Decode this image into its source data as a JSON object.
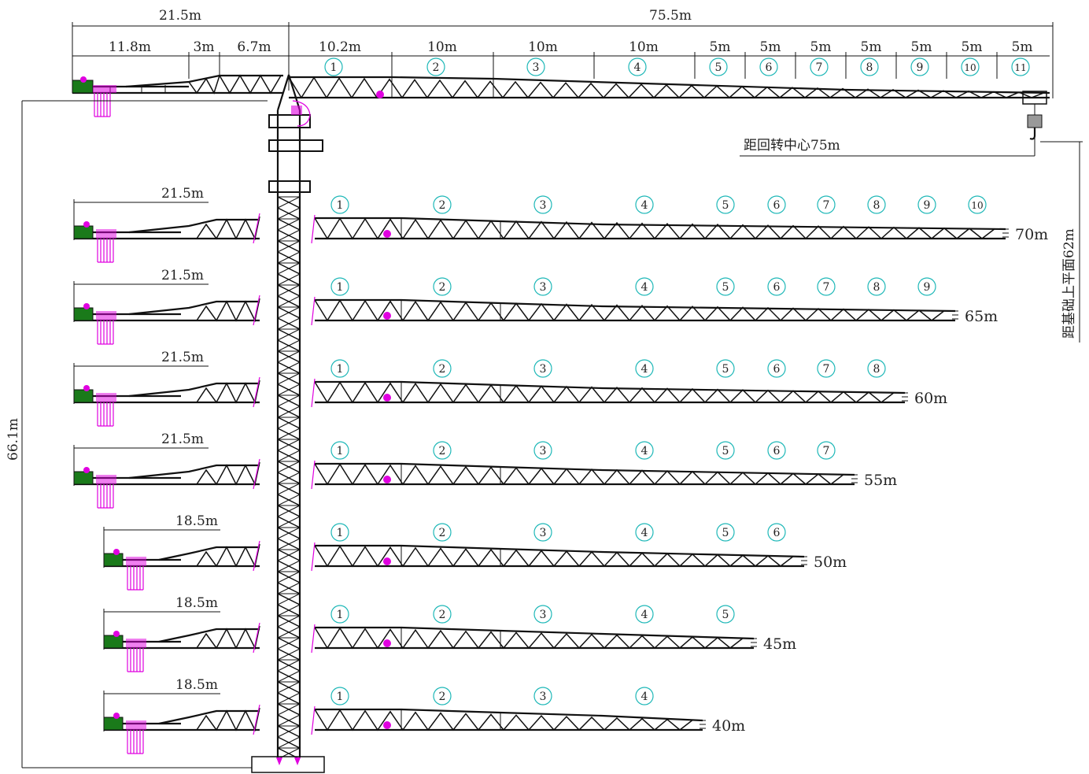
{
  "top": {
    "overall_dims": [
      "21.5m",
      "75.5m"
    ],
    "counter_dims": [
      "11.8m",
      "3m",
      "6.7m"
    ],
    "jib_dims": [
      "10.2m",
      "10m",
      "10m",
      "10m",
      "5m",
      "5m",
      "5m",
      "5m",
      "5m",
      "5m",
      "5m"
    ],
    "section_numbers": [
      "1",
      "2",
      "3",
      "4",
      "5",
      "6",
      "7",
      "8",
      "9",
      "10",
      "11"
    ],
    "radius_label": "距回转中心75m"
  },
  "height_label": "66.1m",
  "height_above_foundation": "距基础上平面62m",
  "configs": [
    {
      "counter": "21.5m",
      "radius": "70m",
      "sections": 10
    },
    {
      "counter": "21.5m",
      "radius": "65m",
      "sections": 9
    },
    {
      "counter": "21.5m",
      "radius": "60m",
      "sections": 8
    },
    {
      "counter": "21.5m",
      "radius": "55m",
      "sections": 7
    },
    {
      "counter": "18.5m",
      "radius": "50m",
      "sections": 6
    },
    {
      "counter": "18.5m",
      "radius": "45m",
      "sections": 5
    },
    {
      "counter": "18.5m",
      "radius": "40m",
      "sections": 4
    }
  ],
  "colors": {
    "accent_magenta": "#e000e0",
    "circle_teal": "#1fb8b8",
    "line": "#111111"
  }
}
